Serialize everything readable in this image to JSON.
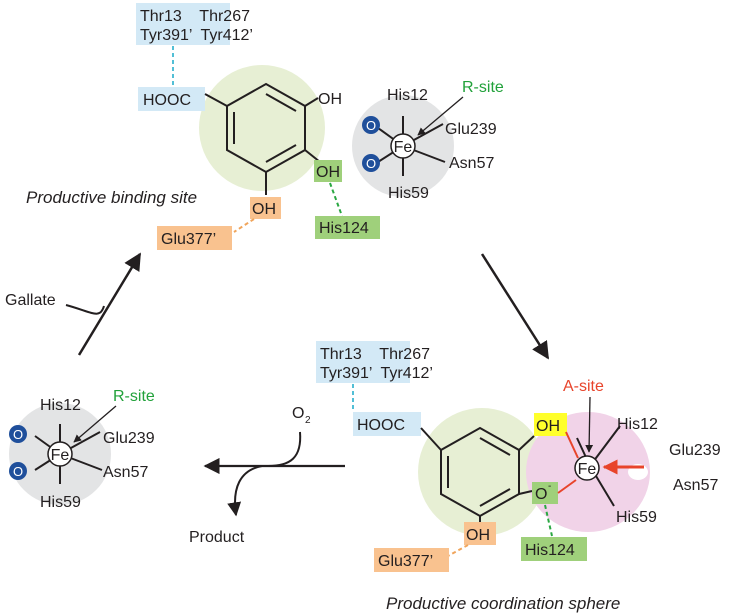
{
  "colors": {
    "residue_blue": "#d3e9f6",
    "residue_green": "#9fd07b",
    "residue_orange": "#f9c28f",
    "oh_yellow": "#ffff2b",
    "substrate_circle": "#e7efd4",
    "fe_gray": "#e3e4e5",
    "fe_pink": "#f1d3e8",
    "oxygen_blue": "#1f4f9b",
    "hbond_cyan": "#52bfd6",
    "hbond_green": "#2aa742",
    "hbond_orange": "#f0a55c",
    "rsite_green": "#21a13a",
    "asite_red": "#e8442b",
    "arrow_black": "#231f20"
  },
  "top_state": {
    "caption": "Productive binding site",
    "threonine_box": {
      "line1": "Thr13    Thr267",
      "line2": "Tyr391’  Tyr412’"
    },
    "carboxyl": "HOOC",
    "oh_top": "OH",
    "oh_middle": "OH",
    "oh_bottom": "OH",
    "his124": "His124",
    "glu377": "Glu377’",
    "fe_site": {
      "metal": "Fe",
      "site_label": "R-site",
      "ligands": [
        "His12",
        "Glu239",
        "Asn57",
        "His59"
      ],
      "oxygen_glyph": "O"
    }
  },
  "bottom_state": {
    "caption": "Productive coordination sphere",
    "threonine_box": {
      "line1": "Thr13    Thr267",
      "line2": "Tyr391’  Tyr412’"
    },
    "carboxyl": "HOOC",
    "oh_top": "OH",
    "o_minus": "O",
    "o_minus_charge": "-",
    "oh_bottom": "OH",
    "his124": "His124",
    "glu377": "Glu377’",
    "fe_site": {
      "metal": "Fe",
      "site_label": "A-site",
      "ligands": [
        "His12",
        "Glu239",
        "Asn57",
        "His59"
      ]
    }
  },
  "left_state": {
    "fe_site": {
      "metal": "Fe",
      "site_label": "R-site",
      "ligands": [
        "His12",
        "Glu239",
        "Asn57",
        "His59"
      ],
      "oxygen_glyph": "O"
    }
  },
  "reactions": {
    "gallate": "Gallate",
    "oxygen": "O",
    "oxygen_subscript": "2",
    "product": "Product"
  }
}
